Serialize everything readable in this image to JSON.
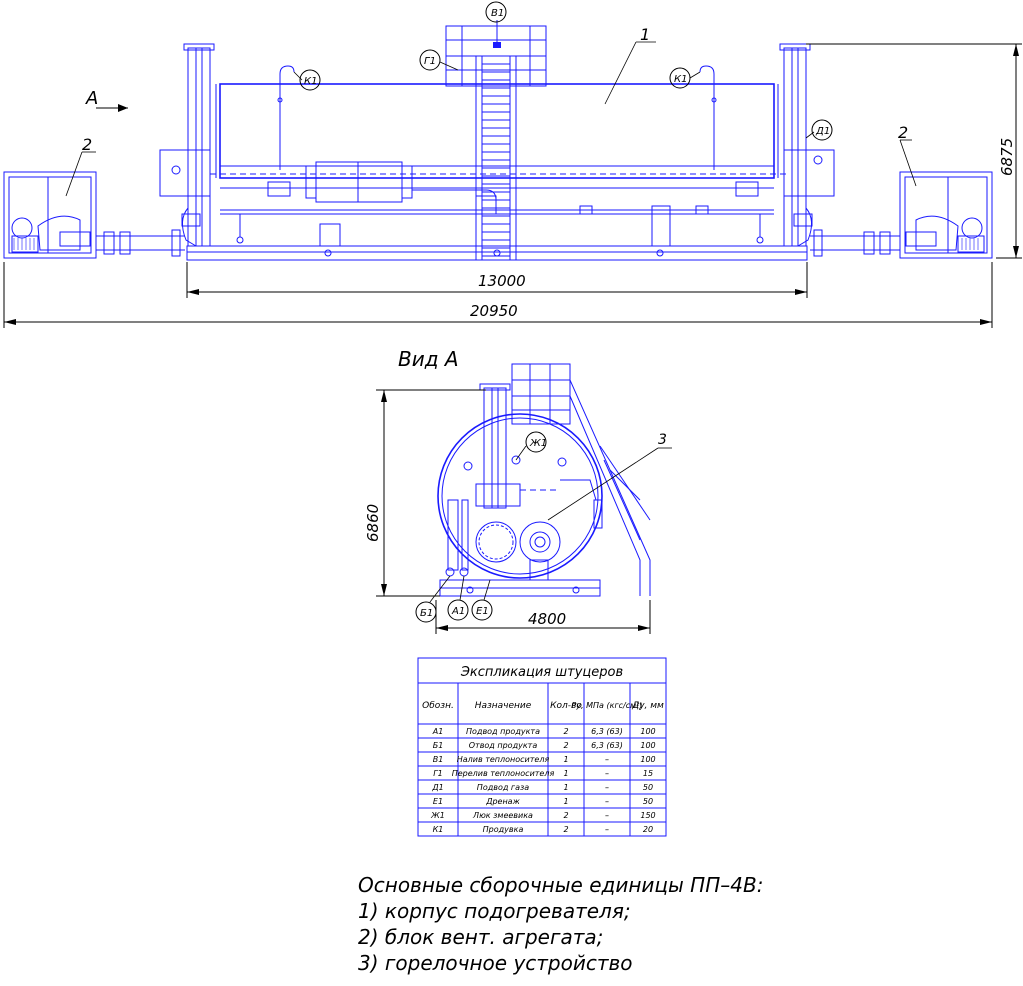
{
  "dimensions": {
    "top_width": "13000",
    "overall_width": "20950",
    "top_height": "6875",
    "view_height": "6860",
    "view_width": "4800"
  },
  "view_title": "Вид А",
  "arrow_label": "А",
  "labels": {
    "item1": "1",
    "item2_left": "2",
    "item2_right": "2",
    "item3": "3",
    "v1": "В1",
    "g1": "Г1",
    "k1_left": "К1",
    "k1_right": "К1",
    "d1": "Д1",
    "zh1": "Ж1",
    "b1": "Б1",
    "a1": "А1",
    "e1": "Е1"
  },
  "table": {
    "title": "Экспликация штуцеров",
    "headers": [
      "Обозн.",
      "Назначение",
      "Кол-во",
      "Ру, МПа (кгс/см²)",
      "Ду, мм"
    ],
    "rows": [
      [
        "А1",
        "Подвод продукта",
        "2",
        "6,3 (63)",
        "100"
      ],
      [
        "Б1",
        "Отвод продукта",
        "2",
        "6,3 (63)",
        "100"
      ],
      [
        "В1",
        "Налив теплоносителя",
        "1",
        "–",
        "100"
      ],
      [
        "Г1",
        "Перелив теплоносителя",
        "1",
        "–",
        "15"
      ],
      [
        "Д1",
        "Подвод газа",
        "1",
        "–",
        "50"
      ],
      [
        "Е1",
        "Дренаж",
        "1",
        "–",
        "50"
      ],
      [
        "Ж1",
        "Люк змеевика",
        "2",
        "–",
        "150"
      ],
      [
        "К1",
        "Продувка",
        "2",
        "–",
        "20"
      ]
    ]
  },
  "notes": {
    "title": "Основные сборочные единицы ПП–4В:",
    "items": [
      "1) корпус подогревателя;",
      "2) блок вент. агрегата;",
      "3) горелочное устройство"
    ]
  },
  "colors": {
    "line": "#1a1aff",
    "dimension": "#000000",
    "background": "#ffffff"
  }
}
